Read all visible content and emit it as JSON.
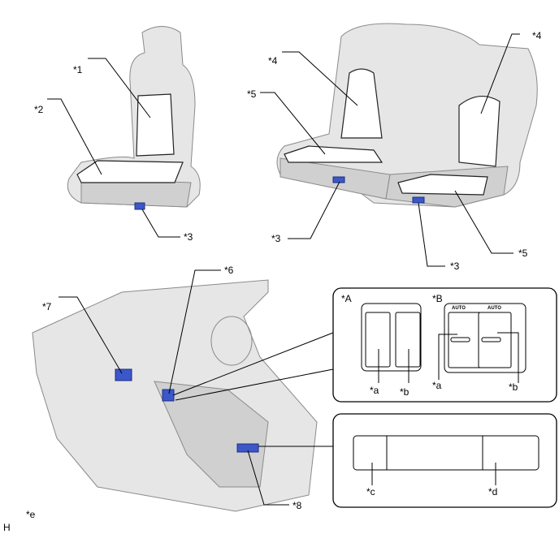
{
  "labels": {
    "l1": "*1",
    "l2": "*2",
    "l3a": "*3",
    "l3b": "*3",
    "l3c": "*3",
    "l4a": "*4",
    "l4b": "*4",
    "l5a": "*5",
    "l5b": "*5",
    "l6": "*6",
    "l7": "*7",
    "l8": "*8",
    "lA": "*A",
    "lB": "*B",
    "la1": "*a",
    "lb1": "*b",
    "la2": "*a",
    "lb2": "*b",
    "lc": "*c",
    "ld": "*d",
    "le": "*e",
    "lH": "H"
  },
  "switch_text": {
    "auto_left": "AUTO",
    "auto_right": "AUTO"
  },
  "colors": {
    "switch_blue": "#3b57c9",
    "seat_gray": "#e6e6e6"
  }
}
